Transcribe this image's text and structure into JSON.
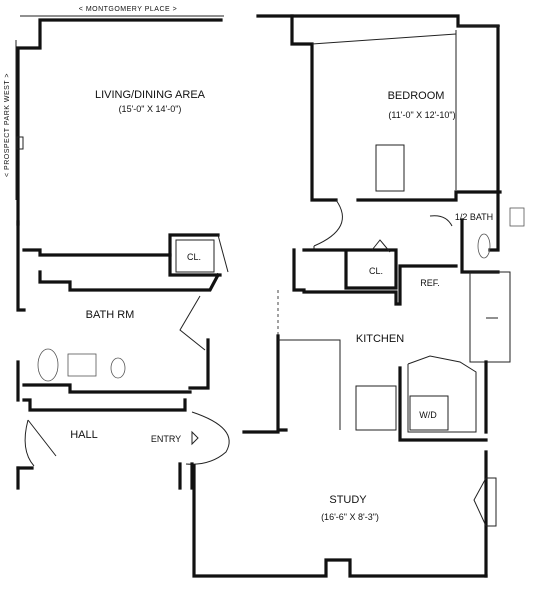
{
  "streets": {
    "top": "< MONTGOMERY PLACE >",
    "left": "< PROSPECT PARK WEST >"
  },
  "rooms": {
    "living": {
      "name": "LIVING/DINING AREA",
      "dimensions": "(15'-0\" X 14'-0\")"
    },
    "bedroom": {
      "name": "BEDROOM",
      "dimensions": "(11'-0\" X 12'-10\")"
    },
    "half_bath": {
      "name": "1/2 BATH"
    },
    "closet_left": {
      "name": "CL."
    },
    "closet_center": {
      "name": "CL."
    },
    "refrigerator": {
      "name": "REF."
    },
    "bath": {
      "name": "BATH RM"
    },
    "kitchen": {
      "name": "KITCHEN"
    },
    "washer_dryer": {
      "name": "W/D"
    },
    "hall": {
      "name": "HALL"
    },
    "entry": {
      "name": "ENTRY"
    },
    "study": {
      "name": "STUDY",
      "dimensions": "(16'-6\" X 8'-3\")"
    }
  }
}
